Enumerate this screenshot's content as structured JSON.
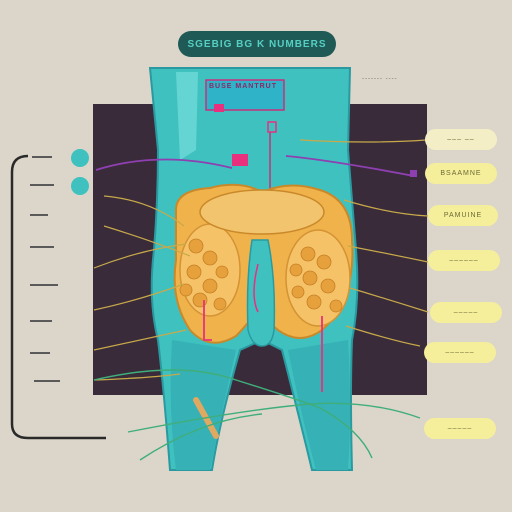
{
  "header": {
    "title": "SGEBIG BG K NUMBERS",
    "torso_label": "BUSE MANTRUT",
    "right_tag": "------- ----"
  },
  "left_labels": [
    "—–– ––",
    "–—– ––",
    "–– –––",
    "–—––– –",
    "––––– ––",
    "––– –––",
    "—–– ––",
    "––––– –"
  ],
  "callouts": [
    {
      "text": "––– ––",
      "style": "pale"
    },
    {
      "text": "BSAAMNE",
      "style": "normal"
    },
    {
      "text": "PAMUINE",
      "style": "normal"
    },
    {
      "text": "––––––",
      "style": "normal"
    },
    {
      "text": "–––––",
      "style": "normal"
    },
    {
      "text": "––––––",
      "style": "normal"
    },
    {
      "text": "–––––",
      "style": "normal"
    }
  ],
  "colors": {
    "background": "#dcd5c9",
    "panel": "#3a2b3a",
    "body_teal": "#3fc1c0",
    "organ": "#f0b24a",
    "accent_pink": "#e8307f",
    "accent_purple": "#8e3fb0",
    "callout": "#f5ef9c",
    "title_bg": "#1f5a56"
  },
  "icons": [
    "dot-icon"
  ]
}
